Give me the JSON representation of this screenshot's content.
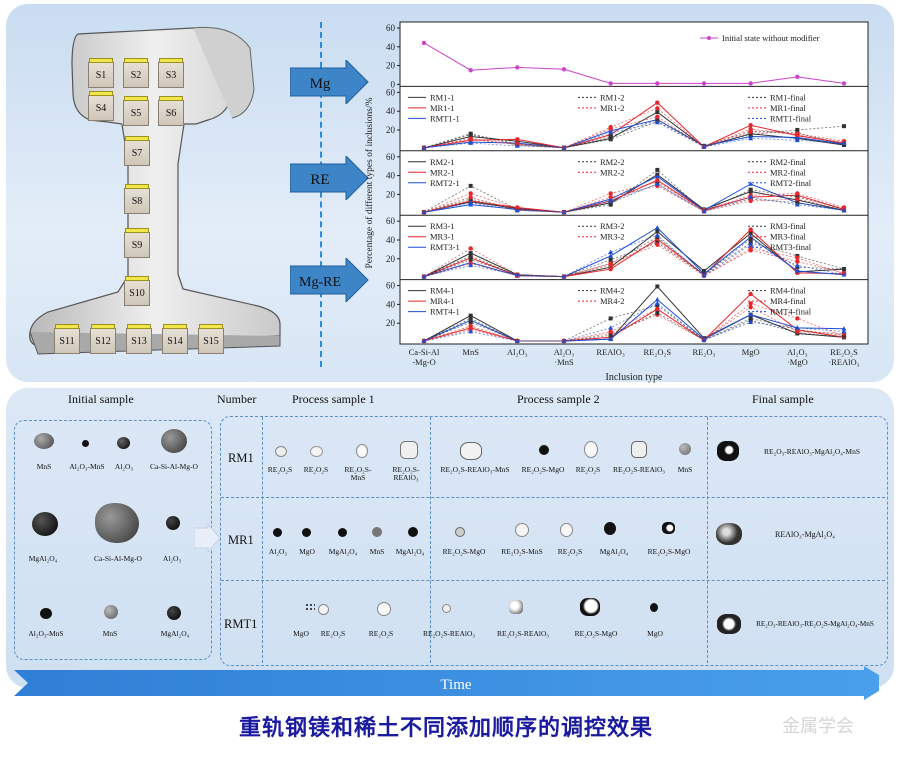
{
  "rail": {
    "sample_labels": [
      "S1",
      "S2",
      "S3",
      "S4",
      "S5",
      "S6",
      "S7",
      "S8",
      "S9",
      "S10",
      "S11",
      "S12",
      "S13",
      "S14",
      "S15"
    ]
  },
  "routes": [
    {
      "label": "Mg"
    },
    {
      "label": "RE"
    },
    {
      "label": "Mg-RE"
    }
  ],
  "chart_data": {
    "type": "line",
    "ylabel": "Percentage of different types of inclusions/%",
    "xlabel": "Inclusion type",
    "categories": [
      "Ca-Si-Al-Mg-O",
      "MnS",
      "Al2O3",
      "Al2O3·MnS",
      "REAlO3",
      "RE2O2S",
      "RE2O3",
      "MgO",
      "Al2O3·MgO",
      "RE2O2S·REAlO3"
    ],
    "category_lines": [
      [
        "Ca-Si-Al",
        "-Mg-O"
      ],
      [
        "MnS"
      ],
      [
        "Al₂O₃"
      ],
      [
        "Al₂O₃",
        "·MnS"
      ],
      [
        "REAlO₃"
      ],
      [
        "RE₂O₂S"
      ],
      [
        "RE₂O₃"
      ],
      [
        "MgO"
      ],
      [
        "Al₂O₃",
        "·MgO"
      ],
      [
        "RE₂O₂S",
        "·REAlO₃"
      ]
    ],
    "yticks": [
      0,
      20,
      40,
      60
    ],
    "top_series": {
      "name": "Initial state without modifier",
      "values": [
        43,
        14,
        17,
        15,
        0,
        0,
        0,
        0,
        7,
        0
      ]
    },
    "panels": [
      {
        "series": [
          {
            "name": "RM1-1",
            "values": [
              0,
              12,
              7,
              0,
              10,
              38,
              1,
              15,
              10,
              3
            ]
          },
          {
            "name": "MR1-1",
            "values": [
              0,
              8,
              9,
              0,
              14,
              48,
              1,
              24,
              13,
              5
            ]
          },
          {
            "name": "RMT1-1",
            "values": [
              0,
              6,
              5,
              0,
              18,
              30,
              2,
              12,
              11,
              4
            ]
          },
          {
            "name": "RM1-2",
            "values": [
              0,
              15,
              4,
              0,
              12,
              30,
              2,
              18,
              16,
              3
            ]
          },
          {
            "name": "MR1-2",
            "values": [
              0,
              10,
              3,
              0,
              22,
              42,
              1,
              20,
              14,
              6
            ]
          },
          {
            "name": "RM1-final",
            "values": [
              0,
              14,
              3,
              0,
              9,
              28,
              2,
              14,
              19,
              23
            ]
          },
          {
            "name": "MR1-final",
            "values": [
              0,
              9,
              4,
              0,
              20,
              33,
              1,
              17,
              15,
              7
            ]
          },
          {
            "name": "RMT1-final",
            "values": [
              0,
              5,
              2,
              0,
              16,
              27,
              1,
              10,
              8,
              5
            ]
          }
        ]
      },
      {
        "series": [
          {
            "name": "RM2-1",
            "values": [
              0,
              11,
              4,
              0,
              10,
              40,
              3,
              22,
              13,
              2
            ]
          },
          {
            "name": "MR2-1",
            "values": [
              0,
              12,
              5,
              0,
              12,
              34,
              2,
              16,
              18,
              3
            ]
          },
          {
            "name": "RMT2-1",
            "values": [
              0,
              8,
              3,
              0,
              14,
              38,
              2,
              30,
              10,
              2
            ]
          },
          {
            "name": "RM2-2",
            "values": [
              0,
              28,
              3,
              0,
              8,
              45,
              1,
              24,
              16,
              4
            ]
          },
          {
            "name": "MR2-2",
            "values": [
              0,
              20,
              4,
              0,
              20,
              32,
              2,
              18,
              20,
              5
            ]
          },
          {
            "name": "RM2-final",
            "values": [
              0,
              14,
              2,
              0,
              10,
              30,
              1,
              14,
              10,
              2
            ]
          },
          {
            "name": "MR2-final",
            "values": [
              0,
              16,
              2,
              0,
              16,
              28,
              1,
              12,
              14,
              3
            ]
          },
          {
            "name": "RMT2-final",
            "values": [
              0,
              10,
              2,
              0,
              12,
              30,
              1,
              16,
              8,
              2
            ]
          }
        ]
      },
      {
        "series": [
          {
            "name": "RM3-1",
            "values": [
              0,
              25,
              2,
              0,
              10,
              48,
              6,
              46,
              5,
              8
            ]
          },
          {
            "name": "MR3-1",
            "values": [
              0,
              20,
              1,
              0,
              8,
              40,
              2,
              50,
              4,
              3
            ]
          },
          {
            "name": "RMT3-1",
            "values": [
              0,
              15,
              1,
              0,
              22,
              52,
              3,
              42,
              6,
              2
            ]
          },
          {
            "name": "RM3-2",
            "values": [
              0,
              18,
              2,
              0,
              14,
              42,
              2,
              36,
              22,
              8
            ]
          },
          {
            "name": "MR3-2",
            "values": [
              0,
              30,
              2,
              0,
              12,
              38,
              1,
              28,
              16,
              4
            ]
          },
          {
            "name": "RM3-final",
            "values": [
              0,
              22,
              1,
              0,
              18,
              36,
              2,
              40,
              10,
              8
            ]
          },
          {
            "name": "MR3-final",
            "values": [
              0,
              14,
              1,
              0,
              14,
              34,
              1,
              30,
              20,
              3
            ]
          },
          {
            "name": "RMT3-final",
            "values": [
              0,
              12,
              2,
              0,
              26,
              44,
              1,
              34,
              12,
              2
            ]
          }
        ]
      },
      {
        "series": [
          {
            "name": "RM4-1",
            "values": [
              0,
              27,
              0,
              0,
              2,
              58,
              3,
              28,
              8,
              4
            ]
          },
          {
            "name": "MR4-1",
            "values": [
              0,
              14,
              0,
              0,
              4,
              34,
              1,
              50,
              12,
              4
            ]
          },
          {
            "name": "RMT4-1",
            "values": [
              0,
              22,
              0,
              0,
              2,
              44,
              2,
              28,
              14,
              13
            ]
          },
          {
            "name": "RM4-2",
            "values": [
              0,
              20,
              0,
              0,
              24,
              38,
              1,
              22,
              9,
              4
            ]
          },
          {
            "name": "MR4-2",
            "values": [
              0,
              12,
              0,
              0,
              8,
              28,
              1,
              40,
              24,
              5
            ]
          },
          {
            "name": "RM4-final",
            "values": [
              0,
              24,
              0,
              0,
              6,
              30,
              1,
              24,
              12,
              6
            ]
          },
          {
            "name": "MR4-final",
            "values": [
              0,
              16,
              0,
              0,
              10,
              34,
              1,
              36,
              10,
              8
            ]
          },
          {
            "name": "RMT4-final",
            "values": [
              0,
              10,
              0,
              0,
              14,
              40,
              1,
              20,
              14,
              10
            ]
          }
        ]
      }
    ],
    "colors": {
      "rm": "#333333",
      "mr": "#e8262a",
      "rmt": "#1d4fd8",
      "initial": "#cc44cc"
    }
  },
  "bottom": {
    "headers": [
      "Initial sample",
      "Number",
      "Process sample 1",
      "Process sample 2",
      "Final sample"
    ],
    "initial": [
      [
        "MnS",
        "Al₂O₃-MnS",
        "Al₂O₃",
        "Ca-Si-Al-Mg-O"
      ],
      [
        "MgAl₂O₄",
        "Ca-Si-Al-Mg-O",
        "Al₂O₃"
      ],
      [
        "Al₂O₃-MnS",
        "MnS",
        "MgAl₂O₄"
      ]
    ],
    "rows": [
      {
        "label": "RM1",
        "p1": [
          "RE₂O₂S",
          "RE₂O₂S",
          "RE₂O₂S-MnS",
          "RE₂O₂S-REAlO₃"
        ],
        "p2": [
          "RE₂O₂S-REAlO₃-MnS",
          "RE₂O₂S-MgO",
          "RE₂O₂S",
          "RE₂O₂S-REAlO₃",
          "MnS"
        ],
        "final": "RE₂O₃-REAlO₃-MgAl₂O₄-MnS"
      },
      {
        "label": "MR1",
        "p1": [
          "Al₂O₃",
          "MgO",
          "MgAl₂O₄",
          "MnS",
          "MgAl₂O₄"
        ],
        "p2": [
          "RE₂O₂S-MgO",
          "RE₂O₂S-MnS",
          "RE₂O₂S",
          "MgAl₂O₄",
          "RE₂O₂S-MgO"
        ],
        "final": "REAlO₃-MgAl₂O₄"
      },
      {
        "label": "RMT1",
        "p1": [
          "MgO",
          "RE₂O₂S",
          "RE₂O₂S"
        ],
        "p2": [
          "RE₂O₂S-REAlO₃",
          "RE₂O₂S-REAlO₃",
          "RE₂O₂S-MgO",
          "MgO"
        ],
        "final": "RE₂O₃-REAlO₃-RE₂O₂S-MgAl₂O₄-MnS"
      }
    ],
    "time_label": "Time"
  },
  "caption": "重轨钢镁和稀土不同添加顺序的调控效果",
  "watermark": "金属学会"
}
